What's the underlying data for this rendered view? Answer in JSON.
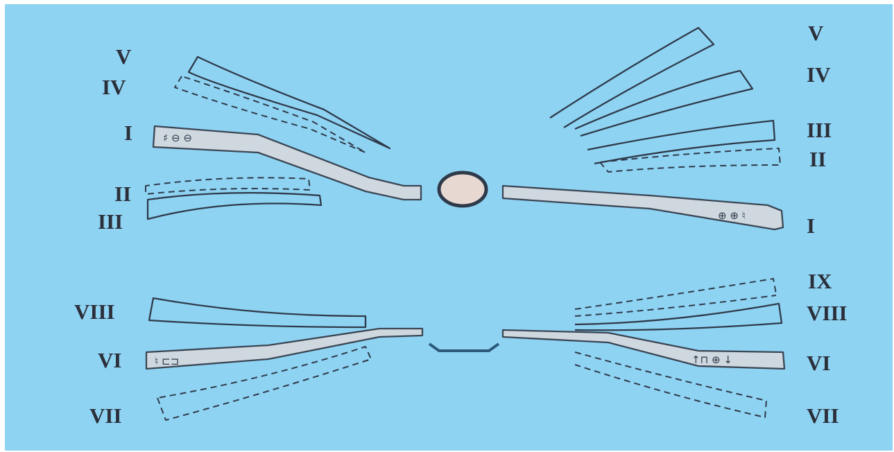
{
  "labels": {
    "left_top": [
      "V",
      "IV",
      "I",
      "II",
      "III"
    ],
    "right_top": [
      "V",
      "IV",
      "III",
      "II",
      "I"
    ],
    "left_bottom": [
      "VIII",
      "VI",
      "VII"
    ],
    "right_bottom": [
      "IX",
      "VIII",
      "VI",
      "VII"
    ]
  },
  "colors": {
    "background": "#8fd3f3",
    "outline": "#2e3a4a",
    "highlight_fill": "#cfd7df",
    "label": "#2b2f3a"
  }
}
